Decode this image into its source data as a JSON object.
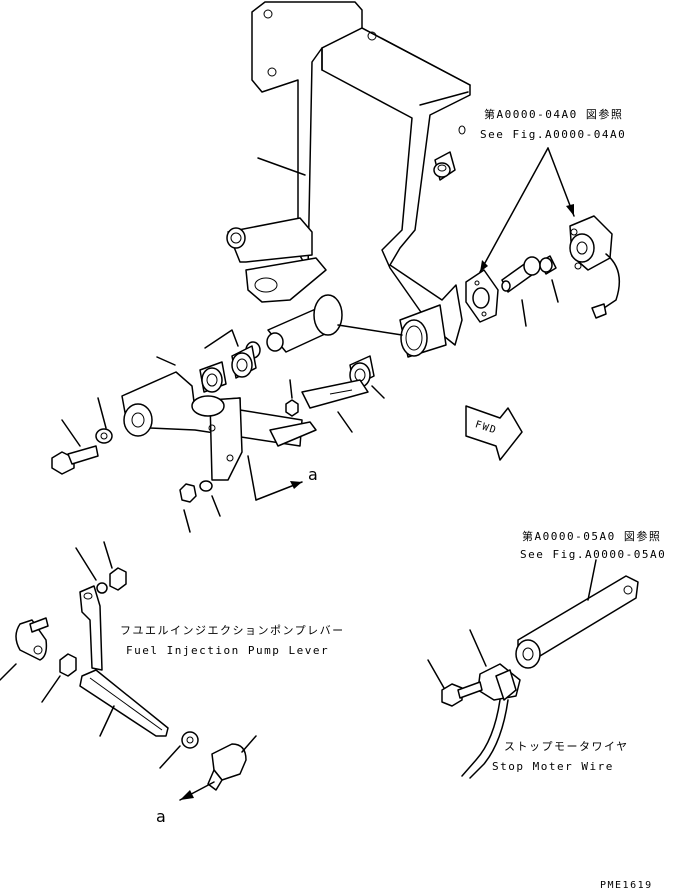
{
  "callouts": {
    "fig_04a0_jp": "第A0000-04A0 図参照",
    "fig_04a0_en": "See Fig.A0000-04A0",
    "fig_05a0_jp": "第A0000-05A0 図参照",
    "fig_05a0_en": "See Fig.A0000-05A0"
  },
  "labels": {
    "fuel_lever_jp": "フユエルインジエクションポンプレバー",
    "fuel_lever_en": "Fuel Injection Pump Lever",
    "stop_wire_jp": "ストップモータワイヤ",
    "stop_wire_en": "Stop Moter Wire",
    "fwd": "FWD",
    "ref_a_top": "a",
    "ref_a_bottom": "a"
  },
  "footer": {
    "drawing_code": "PME1619"
  }
}
